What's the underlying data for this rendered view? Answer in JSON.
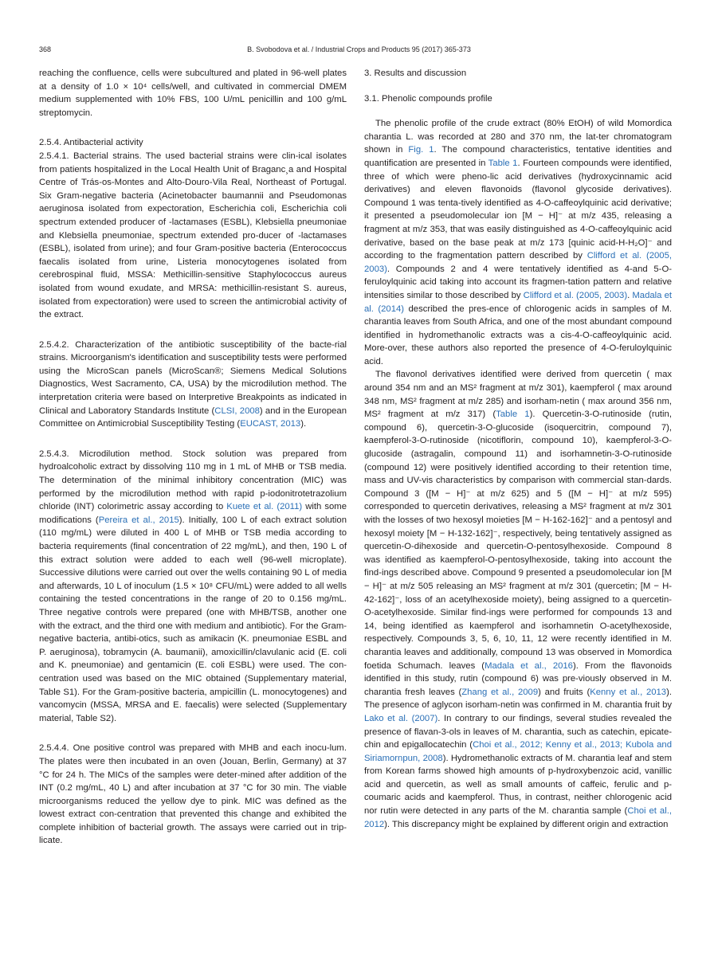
{
  "header": {
    "page_number": "368",
    "running_head": "B. Svobodova et al. / Industrial Crops and Products 95 (2017) 365-373"
  },
  "left": {
    "p_cells": "reaching the confluence, cells were subcultured and plated in 96-well plates at a density of 1.0 × 10⁴ cells/well, and cultivated in commercial DMEM medium supplemented with 10% FBS, 100 U/mL penicillin and 100  g/mL streptomycin.",
    "h_antibacterial": "2.5.4. Antibacterial activity",
    "p_strains": "2.5.4.1. Bacterial strains. The used bacterial strains were clin-ical isolates from patients hospitalized in the Local Health Unit of Braganc¸a and Hospital Centre of Trás-os-Montes and Alto-Douro-Vila Real, Northeast of Portugal. Six Gram-negative bacteria (Acinetobacter baumannii and Pseudomonas aeruginosa isolated from expectoration, Escherichia coli, Escherichia coli spectrum extended producer of     -lactamases (ESBL), Klebsiella pneumoniae and Klebsiella pneumoniae, spectrum extended pro-ducer of     -lactamases (ESBL), isolated from urine); and four Gram-positive bacteria (Enterococcus faecalis isolated from urine, Listeria monocytogenes isolated from cerebrospinal fluid, MSSA: Methicillin-sensitive Staphylococcus aureus isolated from wound exudate, and MRSA: methicillin-resistant S. aureus, isolated from expectoration) were used to screen the antimicrobial activity of the extract.",
    "p_susc_a": "2.5.4.2. Characterization of the antibiotic susceptibility of the bacte-rial strains. Microorganism's identification and susceptibility tests were performed using the MicroScan panels (MicroScan®; Siemens Medical Solutions Diagnostics, West Sacramento, CA, USA) by the microdilution method. The interpretation criteria were based on Interpretive Breakpoints as indicated in Clinical and Laboratory Standards Institute (",
    "ref_clsi": "CLSI, 2008",
    "p_susc_b": ") and in the European Committee on Antimicrobial Susceptibility Testing (",
    "ref_eucast": "EUCAST, 2013",
    "p_susc_c": ").",
    "p_micro_a": "2.5.4.3. Microdilution method. Stock solution was prepared from hydroalcoholic extract by dissolving 110 mg in 1 mL of MHB or TSB media. The determination of the minimal inhibitory concentration (MIC) was performed by the microdilution method with rapid p-iodonitrotetrazolium chloride (INT) colorimetric assay according to ",
    "ref_kuete": "Kuete et al. (2011)",
    "p_micro_b": " with some modifications (",
    "ref_pereira": "Pereira et al., 2015",
    "p_micro_c": "). Initially, 100   L of each extract solution (110 mg/mL) were diluted in 400   L of MHB or TSB media according to bacteria requirements (final concentration of 22 mg/mL), and then, 190   L of this extract solution were added to each well (96-well microplate). Successive dilutions were carried out over the wells containing 90   L of media and afterwards, 10   L of inoculum (1.5 × 10⁸ CFU/mL) were added to all wells containing the tested concentrations in the range of 20 to 0.156 mg/mL. Three negative controls were prepared (one with MHB/TSB, another one with the extract, and the third one with medium and antibiotic). For the Gram-negative bacteria, antibi-otics, such as amikacin (K. pneumoniae ESBL and P. aeruginosa), tobramycin (A. baumanii), amoxicillin/clavulanic acid (E. coli and K. pneumoniae) and gentamicin (E. coli ESBL) were used. The con-centration used was based on the MIC obtained (Supplementary material, Table S1). For the Gram-positive bacteria, ampicillin (L. monocytogenes) and vancomycin (MSSA, MRSA and E. faecalis) were selected (Supplementary material, Table S2).",
    "p_control": "2.5.4.4. One positive control was prepared with MHB and each inocu-lum. The plates were then incubated in an oven (Jouan, Berlin, Germany) at 37 °C for 24 h. The MICs of the samples were deter-mined after addition of the INT (0.2 mg/mL, 40   L) and after incubation at 37 °C for 30 min. The viable microorganisms reduced the yellow dye to pink. MIC was defined as the lowest extract con-centration that prevented this change and exhibited the complete inhibition of bacterial growth. The assays were carried out in trip-licate."
  },
  "right": {
    "h_results": "3.  Results and discussion",
    "h_phenolic": "3.1. Phenolic compounds profile",
    "p1_a": "The phenolic profile of the crude extract (80% EtOH) of wild Momordica charantia L. was recorded at 280 and 370 nm, the lat-ter chromatogram shown in ",
    "ref_fig1": "Fig. 1",
    "p1_b": ". The compound characteristics, tentative identities and quantification are presented in ",
    "ref_table1": "Table 1",
    "p1_c": ". Fourteen compounds were identified, three of which were pheno-lic acid derivatives (hydroxycinnamic acid derivatives) and eleven flavonoids (flavonol glycoside derivatives). Compound 1 was tenta-tively identified as 4-O-caffeoylquinic acid derivative; it presented a pseudomolecular ion [M − H]⁻ at m/z 435, releasing a fragment at m/z 353, that was easily distinguished as 4-O-caffeoylquinic acid derivative, based on the base peak at m/z 173 [quinic acid-H-H₂O]⁻ and according to the fragmentation pattern described by ",
    "ref_clifford1": "Clifford et al. (2005, 2003)",
    "p1_d": ". Compounds 2 and 4 were tentatively identified as 4-and 5-O-feruloylquinic acid taking into account its fragmen-tation pattern and relative intensities similar to those described by ",
    "ref_clifford2": "Clifford et al. (2005, 2003)",
    "p1_e": ". ",
    "ref_madala1": "Madala et al. (2014)",
    "p1_f": " described the pres-ence of chlorogenic acids in samples of M. charantia leaves from South Africa, and one of the most abundant compound identified in hydromethanolic extracts was a cis-4-O-caffeoylquinic acid. More-over, these authors also reported the presence of 4-O-feruloylquinic acid.",
    "p2_a": "The flavonol derivatives identified were derived from quercetin (  max around 354 nm and an MS² fragment at m/z 301), kaempferol (  max  around 348 nm, MS²  fragment at m/z 285) and isorham-netin (  max around 356 nm, MS² fragment at m/z 317) (",
    "ref_table1b": "Table 1",
    "p2_b": "). Quercetin-3-O-rutinoside (rutin, compound 6), quercetin-3-O-glucoside (isoquercitrin, compound 7), kaempferol-3-O-rutinoside (nicotiflorin, compound 10), kaempferol-3-O-glucoside (astragalin, compound 11) and isorhamnetin-3-O-rutinoside (compound 12) were positively identified according to their retention time, mass and UV-vis characteristics by comparison with commercial stan-dards. Compound 3 ([M − H]⁻  at m/z 625) and 5 ([M − H]⁻ at m/z 595) corresponded to quercetin derivatives, releasing a MS² fragment at m/z 301 with the losses of two hexosyl moieties [M − H-162-162]⁻ and a pentosyl and hexosyl moiety [M − H-132-162]⁻, respectively, being tentatively assigned as quercetin-O-dihexoside and quercetin-O-pentosylhexoside. Compound 8 was identified as kaempferol-O-pentosylhexoside, taking into account the find-ings described above. Compound 9 presented a pseudomolecular ion [M − H]⁻  at m/z 505 releasing an MS²  fragment at m/z 301 (quercetin; [M − H-42-162]⁻, loss of an acetylhexoside moiety), being assigned to a quercetin-O-acetylhexoside. Similar find-ings were performed for compounds 13 and 14, being identified as kaempferol and isorhamnetin O-acetylhexoside, respectively. Compounds 3,  5, 6, 10, 11, 12 were recently identified in M. charantia leaves and additionally, compound 13 was observed in Momordica foetida Schumach. leaves (",
    "ref_madala2": "Madala et al., 2016",
    "p2_c": "). From the flavonoids identified in this study, rutin (compound 6) was pre-viously observed in M. charantia fresh leaves (",
    "ref_zhang": "Zhang et al., 2009",
    "p2_d": ") and fruits (",
    "ref_kenny1": "Kenny et al., 2013",
    "p2_e": "). The presence of aglycon isorham-netin was confirmed in M. charantia fruit by ",
    "ref_lako": "Lako et al. (2007)",
    "p2_f": ". In contrary to our findings, several studies revealed the presence of flavan-3-ols in leaves of M. charantia, such as catechin, epicate-chin and epigallocatechin (",
    "ref_choi1": "Choi et al., 2012; Kenny et al., 2013; Kubola and Siriamornpun, 2008",
    "p2_g": "). Hydromethanolic extracts of M. charantia leaf and stem from Korean farms showed high amounts of p-hydroxybenzoic acid, vanillic acid and quercetin, as well as small amounts of caffeic, ferulic and p-coumaric acids and kaempferol. Thus, in contrast, neither chlorogenic acid nor rutin were detected in any parts of the M. charantia sample (",
    "ref_choi2": "Choi et al., 2012",
    "p2_h": "). This discrepancy might be explained by different origin and extraction"
  }
}
